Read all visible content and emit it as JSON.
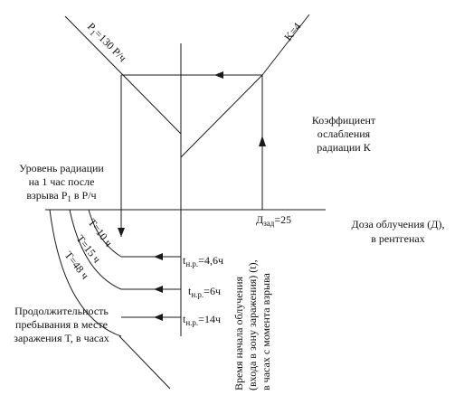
{
  "diagram": {
    "line_p1_label_main": "P",
    "line_p1_label_sub": "1",
    "line_p1_label_rest": "=130 Р/ч",
    "line_k_label": "K=4",
    "attenuation_label": [
      "Коэффициент",
      "ослабления",
      "радиации К"
    ],
    "radiation_level_label": {
      "line1": "Уровень радиации",
      "line2": "на 1 час после",
      "line3_main": "взрыва P",
      "line3_sub": "1",
      "line3_rest": " в Р/ч"
    },
    "dose_zad_main": "Д",
    "dose_zad_sub": "зад",
    "dose_zad_value": "=25",
    "dose_axis_label": [
      "Доза облучения (Д),",
      "в рентгенах"
    ],
    "curves": [
      "T=10 ч",
      "T=15 ч",
      "T=48 ч"
    ],
    "start_times": [
      {
        "sym": "t",
        "sub": "н.р.",
        "value": "=4,6ч"
      },
      {
        "sym": "t",
        "sub": "н.р.",
        "value": "=6ч"
      },
      {
        "sym": "t",
        "sub": "н.р.",
        "value": "=14ч"
      }
    ],
    "vertical_axis_label": [
      "Время начала облучения",
      "(входа в зону заражения) (t),",
      "в часах с момента взрыва"
    ],
    "duration_label": [
      "Продолжительность",
      "пребывания в месте",
      "заражения T, в часах"
    ]
  }
}
